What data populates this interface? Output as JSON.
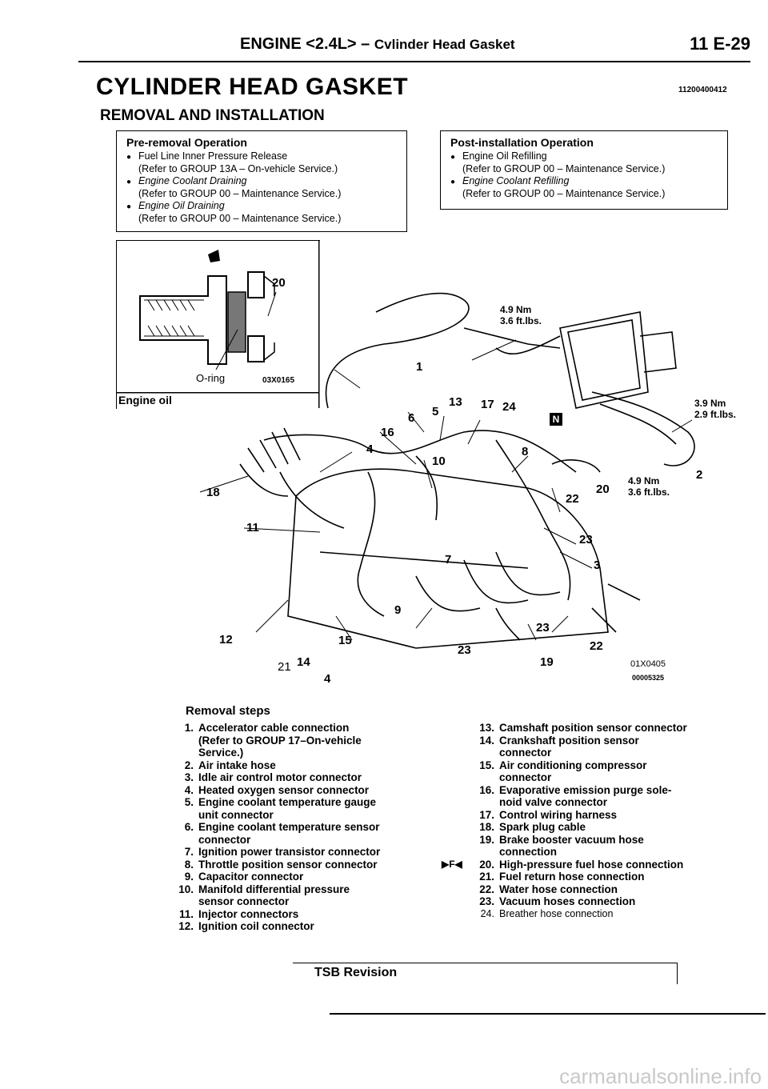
{
  "header": {
    "title": "ENGINE <2.4L> – ",
    "subtitle": "Cvlinder Head Gasket",
    "page_number": "11 E-29"
  },
  "section": {
    "title": "CYLINDER HEAD GASKET",
    "code": "11200400412",
    "subtitle": "REMOVAL AND INSTALLATION"
  },
  "pre_removal": {
    "title": "Pre-removal Operation",
    "items": [
      {
        "label": "Fuel Line Inner Pressure Release",
        "ref": "(Refer to GROUP 13A – On-vehicle Service.)"
      },
      {
        "label": "Engine Coolant Draining",
        "ref": "(Refer to GROUP 00 – Maintenance Service.)"
      },
      {
        "label": "Engine Oil Draining",
        "ref": "(Refer to GROUP 00 – Maintenance Service.)"
      }
    ]
  },
  "post_installation": {
    "title": "Post-installation Operation",
    "items": [
      {
        "label": "Engine Oil Refilling",
        "ref": "(Refer to GROUP 00 – Maintenance Service.)"
      },
      {
        "label": "Engine Coolant Refilling",
        "ref": "(Refer to GROUP 00 – Maintenance Service.)"
      }
    ]
  },
  "inset": {
    "callout": "20",
    "oring_label": "O-ring",
    "figure_code": "03X0165",
    "label": "Engine oil"
  },
  "diagram": {
    "torques": {
      "t1_nm": "4.9 Nm",
      "t1_ft": "3.6 ft.lbs.",
      "t2_nm": "3.9 Nm",
      "t2_ft": "2.9 ft.lbs.",
      "t3_nm": "4.9 Nm",
      "t3_ft": "3.6 ft.lbs."
    },
    "callouts": {
      "c1": "1",
      "c2": "2",
      "c3": "3",
      "c4a": "4",
      "c4b": "4",
      "c5": "5",
      "c6": "6",
      "c7": "7",
      "c8": "8",
      "c9": "9",
      "c10": "10",
      "c11": "11",
      "c12": "12",
      "c13": "13",
      "c14": "14",
      "c15": "15",
      "c16": "16",
      "c17": "17",
      "c18": "18",
      "c19": "19",
      "c20": "20",
      "c21": "21",
      "c22a": "22",
      "c22b": "22",
      "c23a": "23",
      "c23b": "23",
      "c23c": "23",
      "c24": "24",
      "marker_n": "N"
    },
    "figure_code1": "01X0405",
    "figure_code2": "00005325"
  },
  "removal_steps": {
    "title": "Removal steps",
    "left": [
      {
        "n": "1.",
        "lines": [
          "Accelerator cable connection",
          "(Refer to GROUP 17–On-vehicle",
          "Service.)"
        ]
      },
      {
        "n": "2.",
        "lines": [
          "Air intake hose"
        ]
      },
      {
        "n": "3.",
        "lines": [
          "Idle air control motor connector"
        ]
      },
      {
        "n": "4.",
        "lines": [
          "Heated oxygen sensor connector"
        ]
      },
      {
        "n": "5.",
        "lines": [
          "Engine coolant temperature gauge",
          "unit connector"
        ]
      },
      {
        "n": "6.",
        "lines": [
          "Engine coolant temperature sensor",
          "connector"
        ]
      },
      {
        "n": "7.",
        "lines": [
          "Ignition power transistor connector"
        ]
      },
      {
        "n": "8.",
        "lines": [
          "Throttle position sensor connector"
        ]
      },
      {
        "n": "9.",
        "lines": [
          "Capacitor connector"
        ]
      },
      {
        "n": "10.",
        "lines": [
          "Manifold differential pressure",
          "sensor connector"
        ]
      },
      {
        "n": "11.",
        "lines": [
          "Injector connectors"
        ]
      },
      {
        "n": "12.",
        "lines": [
          "Ignition coil connector"
        ]
      }
    ],
    "right": [
      {
        "n": "13.",
        "lines": [
          "Camshaft position sensor connector"
        ]
      },
      {
        "n": "14.",
        "lines": [
          "Crankshaft position sensor",
          "connector"
        ]
      },
      {
        "n": "15.",
        "lines": [
          "Air conditioning compressor",
          "connector"
        ]
      },
      {
        "n": "16.",
        "lines": [
          "Evaporative emission purge sole-",
          "noid valve connector"
        ]
      },
      {
        "n": "17.",
        "lines": [
          "Control wiring harness"
        ]
      },
      {
        "n": "18.",
        "lines": [
          "Spark plug cable"
        ]
      },
      {
        "n": "19.",
        "lines": [
          "Brake booster vacuum hose",
          "connection"
        ]
      },
      {
        "n": "20.",
        "lines": [
          "High-pressure fuel hose connection"
        ]
      },
      {
        "n": "21.",
        "lines": [
          "Fuel return hose connection"
        ]
      },
      {
        "n": "22.",
        "lines": [
          "Water hose connection"
        ]
      },
      {
        "n": "23.",
        "lines": [
          "Vacuum hoses connection"
        ]
      },
      {
        "n": "24.",
        "lines": [
          "Breather hose connection"
        ]
      }
    ],
    "marker_20": "▶F◀"
  },
  "footer": {
    "tsb": "TSB Revision",
    "watermark": "carmanualsonline.info"
  }
}
